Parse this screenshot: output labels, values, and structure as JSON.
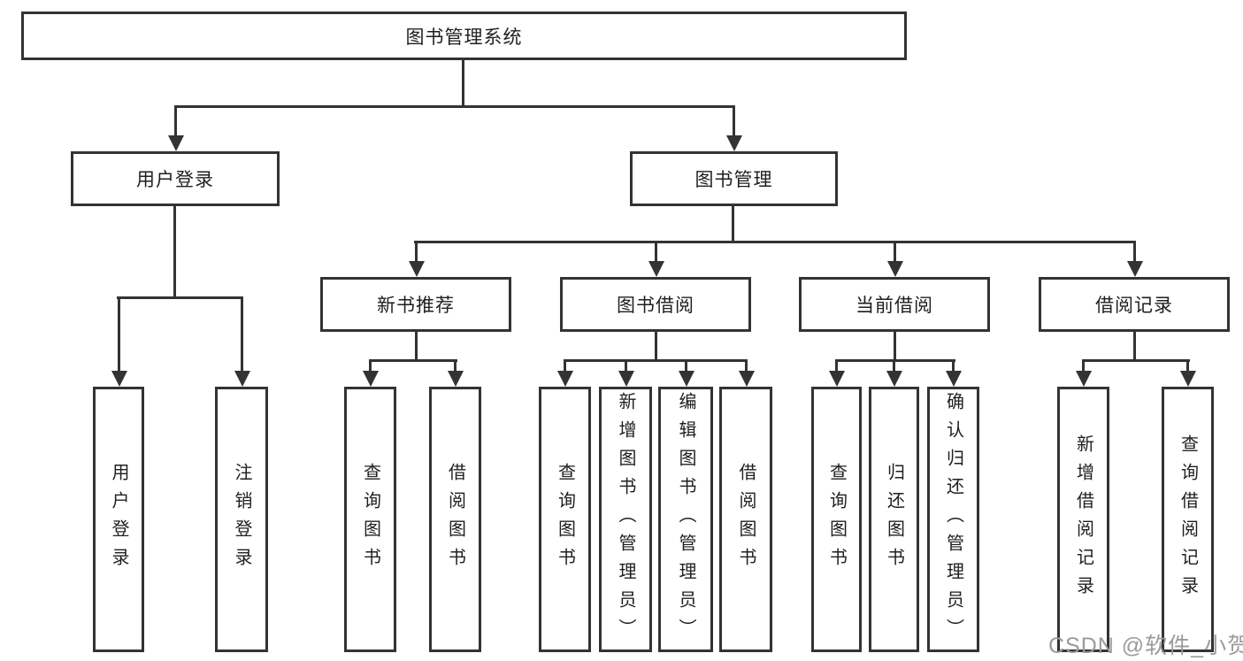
{
  "diagram_title": "图书管理系统",
  "colors": {
    "line": "#333333",
    "node_border": "#333333",
    "node_background": "#ffffff",
    "text": "#1f1f1f",
    "watermark": "#9b9b9b"
  },
  "watermark": {
    "text": "CSDN @软件_小贺同学"
  },
  "tree": {
    "label": "图书管理系统",
    "children": [
      {
        "label": "用户登录",
        "children": [
          {
            "label": "用户登录"
          },
          {
            "label": "注销登录"
          }
        ]
      },
      {
        "label": "图书管理",
        "children": [
          {
            "label": "新书推荐",
            "children": [
              {
                "label": "查询图书"
              },
              {
                "label": "借阅图书"
              }
            ]
          },
          {
            "label": "图书借阅",
            "children": [
              {
                "label": "查询图书"
              },
              {
                "label": "新增图书（管理员）"
              },
              {
                "label": "编辑图书（管理员）"
              },
              {
                "label": "借阅图书"
              }
            ]
          },
          {
            "label": "当前借阅",
            "children": [
              {
                "label": "查询图书"
              },
              {
                "label": "归还图书"
              },
              {
                "label": "确认归还（管理员）"
              }
            ]
          },
          {
            "label": "借阅记录",
            "children": [
              {
                "label": "新增借阅记录"
              },
              {
                "label": "查询借阅记录"
              }
            ]
          }
        ]
      }
    ]
  }
}
